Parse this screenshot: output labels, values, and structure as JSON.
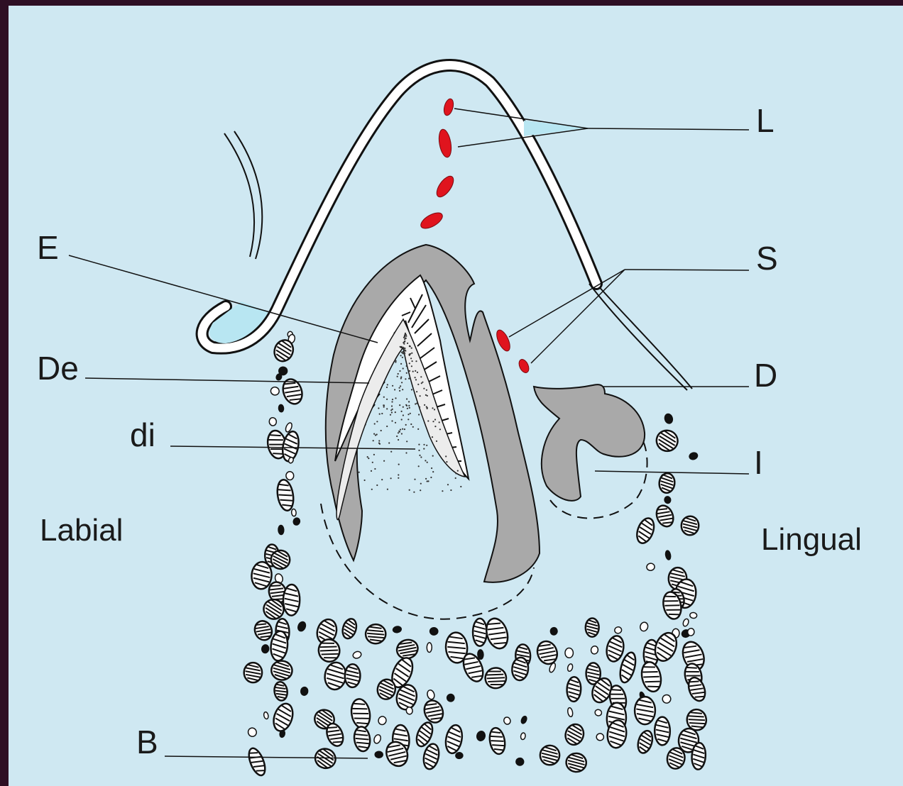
{
  "diagram": {
    "labels": {
      "L": "L",
      "S": "S",
      "D": "D",
      "I": "I",
      "E": "E",
      "De": "De",
      "di": "di",
      "B": "B",
      "labial": "Labial",
      "lingual": "Lingual"
    },
    "colors": {
      "background": "#cfe8f2",
      "frame": "#2e0f24",
      "tissue": "#a9a9a9",
      "lamina_remnants": "#e0141e",
      "outline": "#111111"
    }
  }
}
